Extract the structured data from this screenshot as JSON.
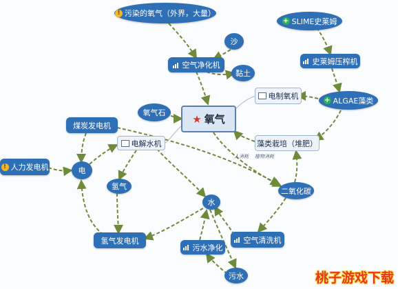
{
  "nodes": {
    "pollution_oxygen": "污染的氧气（外界，大量）",
    "slime": "SLIME史莱姆",
    "sand": "沙",
    "air_purifier": "空气净化机",
    "clay": "黏土",
    "slime_press": "史莱姆压榨机",
    "electrolyzer_oxygen": "电制氧机",
    "algae": "ALGAE藻类",
    "oxylite": "氧气石",
    "oxygen": "氧气",
    "coal_generator": "煤炭发电机",
    "electrolyzer": "电解水机",
    "algae_terrarium": "藻类栽培（堆肥）",
    "manual_generator": "人力发电机",
    "power": "电",
    "hydrogen": "氢气",
    "co2": "二氧化碳",
    "water": "水",
    "hydrogen_generator": "氢气发电机",
    "water_purifier": "污水净化",
    "air_scrubber": "空气清洗机",
    "dirty_water": "污水"
  },
  "edge_notes": {
    "human_breath": "人消耗",
    "plant_consume": "植物消耗"
  },
  "watermark": "桃子游戏下载",
  "colors": {
    "oval": "#2f6fb5",
    "edge": "#6f8a3a",
    "center_border": "#5a7fb0"
  }
}
